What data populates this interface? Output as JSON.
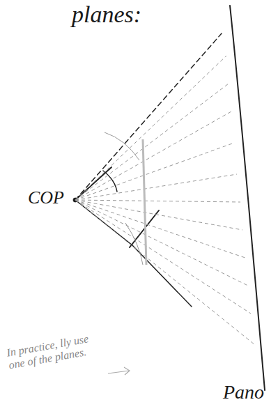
{
  "diagram": {
    "labels": [
      "planes:",
      "COP",
      "Pano",
      "In practice, lly use one of the planes."
    ]
  }
}
